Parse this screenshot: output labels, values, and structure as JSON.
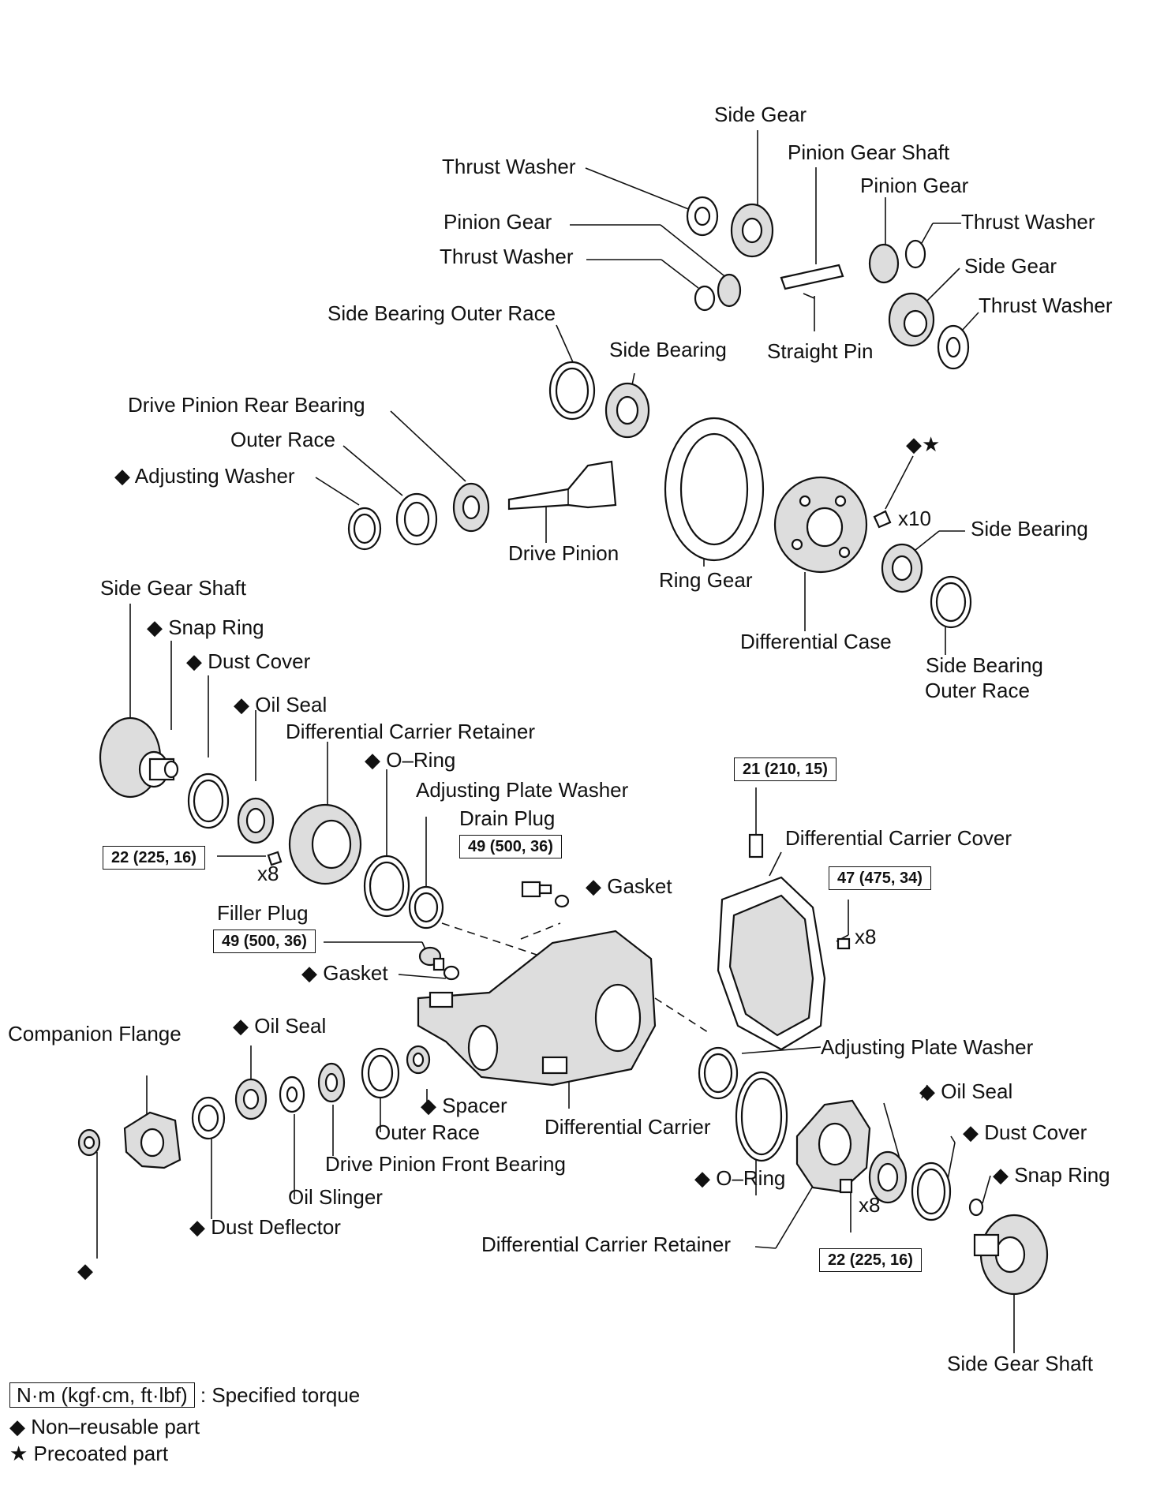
{
  "labels": {
    "side_gear_top": "Side Gear",
    "pinion_gear_shaft": "Pinion Gear Shaft",
    "thrust_washer_1": "Thrust Washer",
    "pinion_gear_right": "Pinion Gear",
    "pinion_gear_left": "Pinion Gear",
    "thrust_washer_right": "Thrust Washer",
    "thrust_washer_2": "Thrust Washer",
    "side_gear_right": "Side Gear",
    "thrust_washer_far": "Thrust Washer",
    "side_bearing_outer_race": "Side Bearing Outer Race",
    "side_bearing_top": "Side Bearing",
    "straight_pin": "Straight Pin",
    "drive_pinion_rear_bearing": "Drive Pinion Rear Bearing",
    "outer_race_top": "Outer Race",
    "adjusting_washer": "◆ Adjusting Washer",
    "drive_pinion": "Drive Pinion",
    "ring_gear": "Ring Gear",
    "x10": "x10",
    "diamond_star": "◆★",
    "side_bearing_right": "Side Bearing",
    "differential_case": "Differential Case",
    "side_bearing_outer_race_right_1": "Side Bearing",
    "side_bearing_outer_race_right_2": "Outer Race",
    "side_gear_shaft_left": "Side Gear Shaft",
    "snap_ring_left": "◆ Snap Ring",
    "dust_cover_left": "◆ Dust Cover",
    "oil_seal_left": "◆ Oil Seal",
    "diff_carrier_retainer_left": "Differential Carrier Retainer",
    "o_ring_left": "◆ O–Ring",
    "adjusting_plate_washer_left": "Adjusting Plate Washer",
    "drain_plug": "Drain Plug",
    "gasket_drain": "◆ Gasket",
    "x8_left": "x8",
    "diff_carrier_cover": "Differential Carrier Cover",
    "x8_cover": "x8",
    "filler_plug": "Filler Plug",
    "gasket_filler": "◆ Gasket",
    "companion_flange": "Companion Flange",
    "oil_seal_front": "◆ Oil Seal",
    "adjusting_plate_washer_right": "Adjusting Plate Washer",
    "spacer": "◆ Spacer",
    "outer_race_bottom": "Outer Race",
    "differential_carrier": "Differential Carrier",
    "oil_seal_right": "◆ Oil Seal",
    "dust_cover_right": "◆ Dust Cover",
    "drive_pinion_front_bearing": "Drive Pinion Front Bearing",
    "o_ring_right": "◆ O–Ring",
    "snap_ring_right": "◆ Snap Ring",
    "oil_slinger": "Oil Slinger",
    "x8_right": "x8",
    "dust_deflector": "◆ Dust Deflector",
    "diff_carrier_retainer_right": "Differential Carrier Retainer",
    "side_gear_shaft_right": "Side Gear Shaft",
    "nut_diamond": "◆"
  },
  "torque_specs": {
    "retainer_left": "22 (225, 16)",
    "cover_top": "21 (210, 15)",
    "drain_plug": "49 (500, 36)",
    "cover_bolts": "47 (475, 34)",
    "filler_plug": "49 (500, 36)",
    "retainer_right": "22 (225, 16)"
  },
  "legend": {
    "unit_box": "N·m (kgf·cm, ft·lbf)",
    "unit_text": ": Specified torque",
    "non_reusable": "◆ Non–reusable part",
    "precoated": "★ Precoated part"
  }
}
